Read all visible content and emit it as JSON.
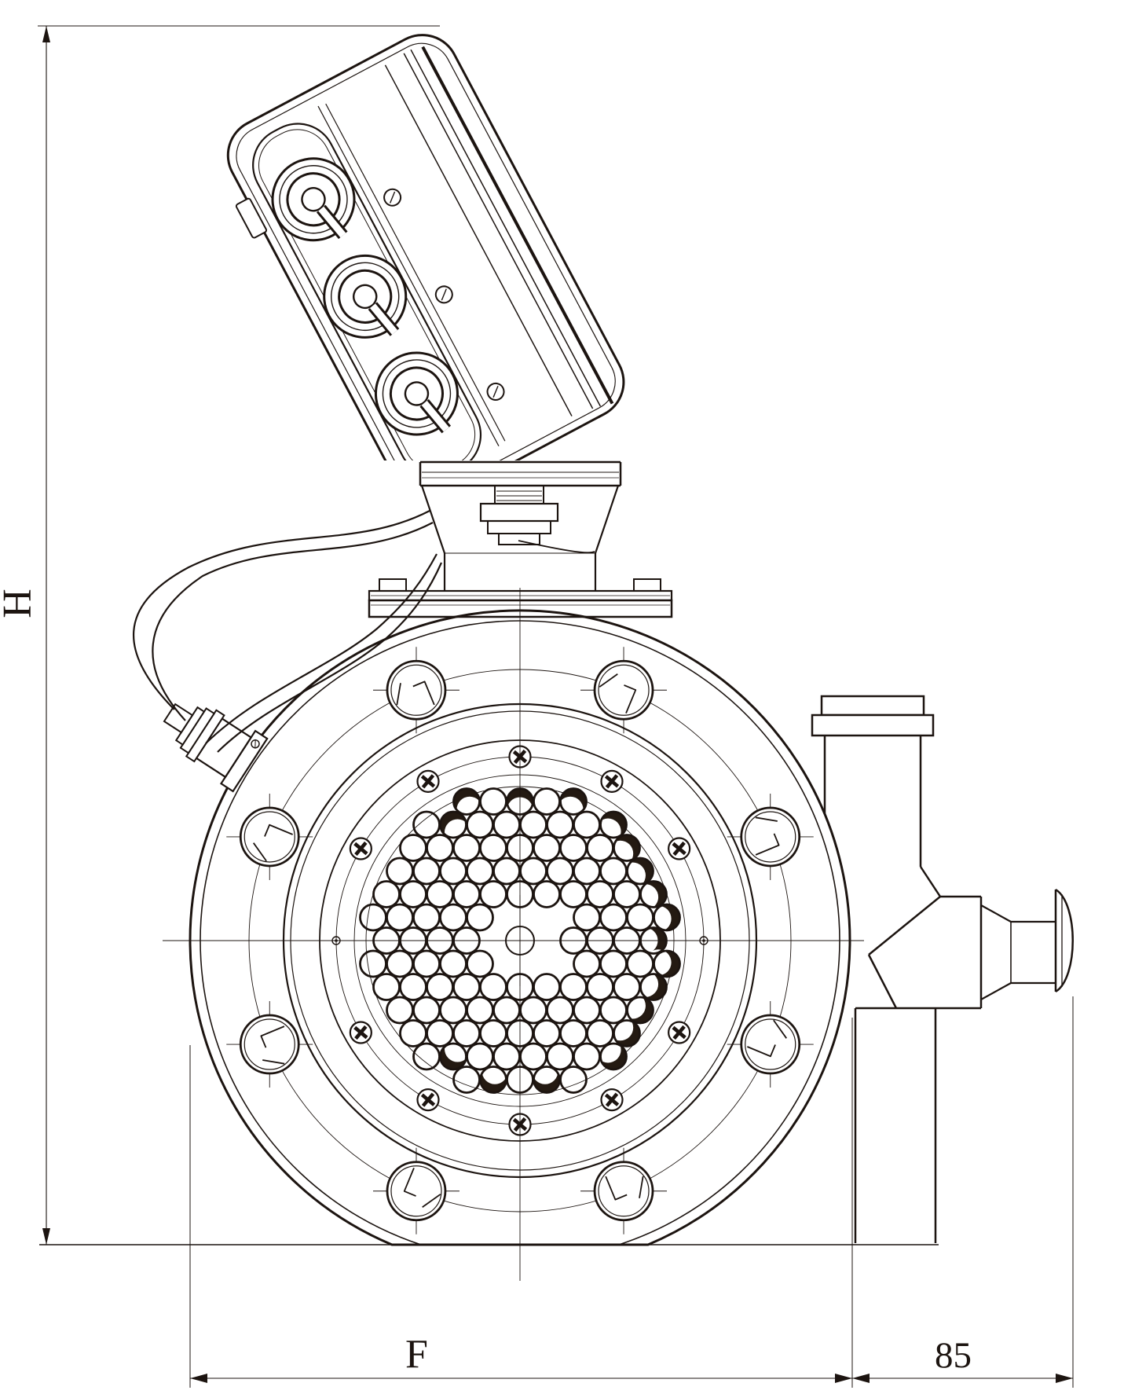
{
  "drawing": {
    "type": "engineering-cad-front-view",
    "description": "Flanged pump / flow-meter body with tilted terminal box, tube bundle core, side outlet nozzle and riser pipe",
    "line_color": "#1c1410",
    "background_color": "#ffffff",
    "dimensions": {
      "height_label": "H",
      "width_label": "F",
      "offset_label": "85"
    },
    "components": [
      "terminal-box",
      "cable-connector-1",
      "cable-connector-2",
      "cable-connector-3",
      "cable-gland-under-box",
      "mounting-neck",
      "mounting-plate",
      "main-flange",
      "bolt-holes-x8",
      "phillips-screws-x10",
      "tube-bundle",
      "center-mark",
      "left-cable-gland",
      "flex-cables",
      "riser-pipe",
      "riser-cap",
      "side-outlet-nozzle",
      "outlet-end-cap",
      "baseline",
      "dimension-line-H",
      "dimension-line-F",
      "dimension-line-85"
    ]
  }
}
